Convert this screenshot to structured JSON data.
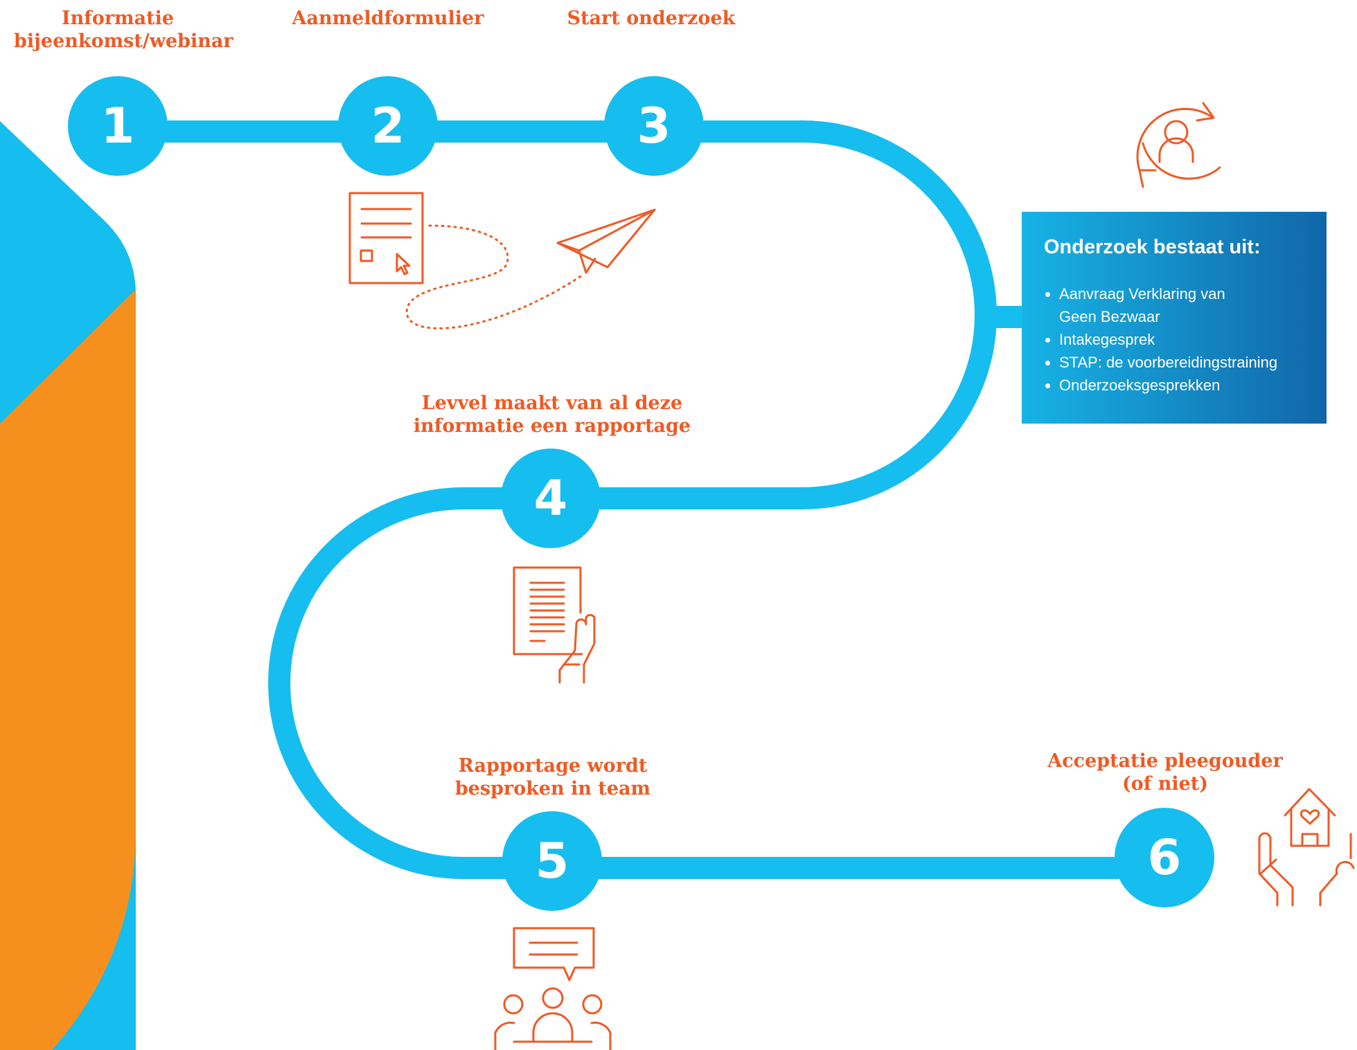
{
  "colors": {
    "path_blue": "#16bdef",
    "accent_orange": "#ef5a24",
    "side_orange": "#f5901f",
    "white": "#ffffff",
    "box_gradient_start": "#17b3e6",
    "box_gradient_end": "#1166a8"
  },
  "steps": [
    {
      "number": "1",
      "label_lines": [
        "Informatie",
        "bijeenkomst/webinar"
      ]
    },
    {
      "number": "2",
      "label_lines": [
        "Aanmeldformulier"
      ],
      "icon": "form-icon"
    },
    {
      "number": "3",
      "label_lines": [
        "Start onderzoek"
      ],
      "icon": "paper-plane-icon"
    },
    {
      "number": "4",
      "label_lines": [
        "Levvel maakt van al deze",
        "informatie een rapportage"
      ],
      "icon": "report-hand-icon"
    },
    {
      "number": "5",
      "label_lines": [
        "Rapportage wordt",
        "besproken in team"
      ],
      "icon": "team-meeting-icon"
    },
    {
      "number": "6",
      "label_lines": [
        "Acceptatie pleegouder",
        "(of niet)"
      ],
      "icon": "house-hands-icon"
    }
  ],
  "info_box": {
    "title": "Onderzoek bestaat uit:",
    "icon": "person-refresh-icon",
    "items": [
      [
        "Aanvraag Verklaring van",
        "Geen Bezwaar"
      ],
      [
        "Intakegesprek"
      ],
      [
        "STAP: de voorbereidingstraining"
      ],
      [
        "Onderzoeksgesprekken"
      ]
    ]
  }
}
